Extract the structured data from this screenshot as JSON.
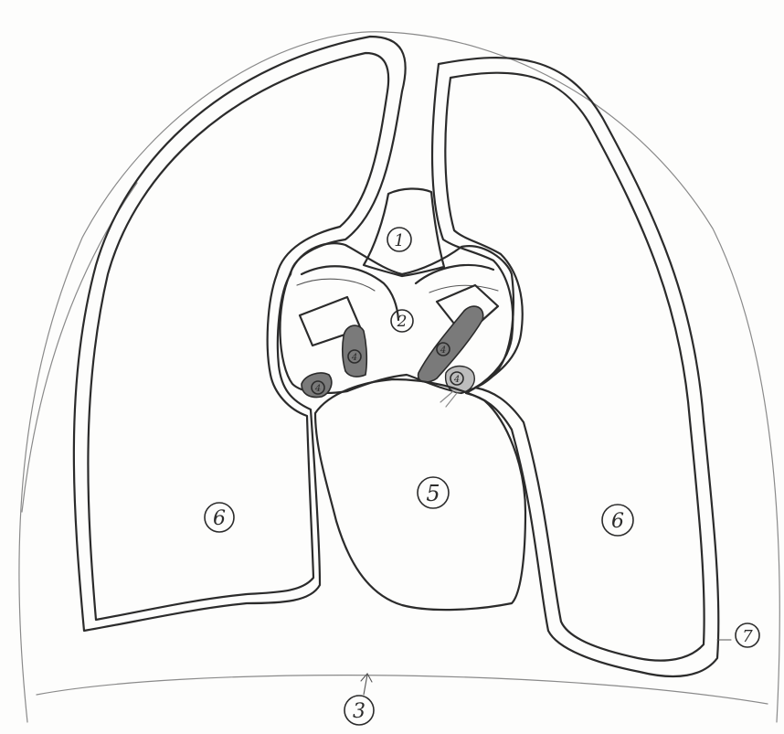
{
  "labels": {
    "trachea": "1",
    "bifurcation": "2",
    "diaphragm": "3",
    "vessel_small": "4",
    "heart": "5",
    "lung_left": "6",
    "lung_right": "6",
    "pleura": "7"
  }
}
